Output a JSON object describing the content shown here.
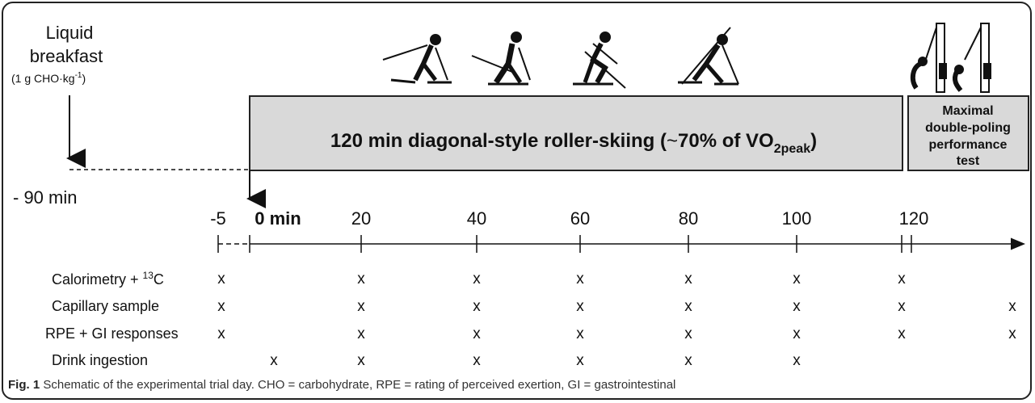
{
  "breakfast": {
    "line1": "Liquid",
    "line2": "breakfast",
    "dose_prefix": "(1 g CHO·kg",
    "dose_sup": "-1",
    "dose_suffix": ")",
    "time": "- 90 min"
  },
  "exercise_box": {
    "prefix": "120 min diagonal-style roller-skiing (",
    "approx": "~",
    "percent": "70% of VO",
    "sub": "2peak",
    "suffix": ")"
  },
  "test_box": {
    "lines": [
      "Maximal",
      "double-poling",
      "performance",
      "test"
    ]
  },
  "timeline": {
    "ticks": [
      {
        "label": "-5",
        "bold": false
      },
      {
        "label": "0 min",
        "bold": true
      },
      {
        "label": "20",
        "bold": false
      },
      {
        "label": "40",
        "bold": false
      },
      {
        "label": "60",
        "bold": false
      },
      {
        "label": "80",
        "bold": false
      },
      {
        "label": "100",
        "bold": false
      },
      {
        "label": "120",
        "bold": false
      }
    ]
  },
  "rows": [
    {
      "label": "Calorimetry + ",
      "sup": "13",
      "label_suffix": "C",
      "marks": [
        "x",
        "x",
        "x",
        "x",
        "x",
        "x",
        "x"
      ]
    },
    {
      "label": "Capillary sample",
      "marks": [
        "x",
        "x",
        "x",
        "x",
        "x",
        "x",
        "x",
        "x"
      ]
    },
    {
      "label": "RPE + GI responses",
      "marks": [
        "x",
        "x",
        "x",
        "x",
        "x",
        "x",
        "x",
        "x"
      ]
    },
    {
      "label": "Drink ingestion",
      "marks": [
        "x",
        "x",
        "x",
        "x",
        "x",
        "x"
      ]
    }
  ],
  "caption": {
    "label": "Fig. 1",
    "text": "Schematic of the experimental trial day. CHO = carbohydrate, RPE = rating of perceived exertion, GI = gastrointestinal"
  },
  "colors": {
    "box_fill": "#d9d9d9",
    "stroke": "#222222"
  }
}
